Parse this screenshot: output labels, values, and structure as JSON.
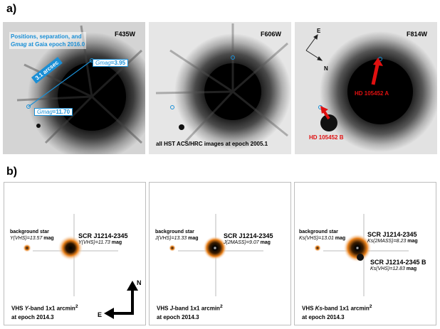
{
  "section_a": {
    "label": "a)",
    "panel1": {
      "filter": "F435W",
      "info_line1": "Positions, separation, and",
      "info_gmag": "Gmag",
      "info_line2_rest": " at Gaia epoch 2016.0",
      "sep_label": "3.1 arcsec",
      "gmag_a_label": "Gmag",
      "gmag_a_value": "=3.95",
      "gmag_b_label": "Gmag",
      "gmag_b_value": "=11.70"
    },
    "panel2": {
      "filter": "F606W",
      "caption": "all HST ACS/HRC images at epoch 2005.1"
    },
    "panel3": {
      "filter": "F814W",
      "compass_e": "E",
      "compass_n": "N",
      "star_a": "HD 105452 A",
      "star_b": "HD 105452 B"
    }
  },
  "section_b": {
    "label": "b)",
    "panel1": {
      "bg_star_title": "background star",
      "bg_star_band": "Y(VHS)",
      "bg_star_mag": "=13.57",
      "bg_star_unit": " mag",
      "target_title": "SCR J1214-2345",
      "target_band": "Y(VHS)",
      "target_mag": "=11.73",
      "target_unit": " mag",
      "caption_pre": "VHS ",
      "caption_band": "Y",
      "caption_post": "-band 1x1 arcmin",
      "caption_sup": "2",
      "caption_epoch": "at epoch 2014.3",
      "compass_n": "N",
      "compass_e": "E"
    },
    "panel2": {
      "bg_star_title": "background star",
      "bg_star_band": "J(VHS)",
      "bg_star_mag": "=13.33",
      "bg_star_unit": " mag",
      "target_title": "SCR J1214-2345",
      "target_band": "J(2MASS)",
      "target_mag": "=9.07",
      "target_unit": " mag",
      "caption_pre": "VHS ",
      "caption_band": "J",
      "caption_post": "-band 1x1 arcmin",
      "caption_sup": "2",
      "caption_epoch": "at epoch 2014.3"
    },
    "panel3": {
      "bg_star_title": "background star",
      "bg_star_band": "Ks(VHS)",
      "bg_star_mag": "=13.01",
      "bg_star_unit": " mag",
      "target_title": "SCR J1214-2345",
      "target_band": "Ks(2MASS)",
      "target_mag": "=8.23",
      "target_unit": " mag",
      "comp_title": "SCR J1214-2345 B",
      "comp_band": "Ks(VHS)",
      "comp_mag": "=12.83",
      "comp_unit": " mag",
      "caption_pre": "VHS ",
      "caption_band": "Ks",
      "caption_post": "-band 1x1 arcmin",
      "caption_sup": "2",
      "caption_epoch": "at epoch 2014.3"
    }
  },
  "colors": {
    "annotation_blue": "#1a8fd6",
    "annotation_red": "#e01010",
    "glow_orange": "#e8801a"
  }
}
